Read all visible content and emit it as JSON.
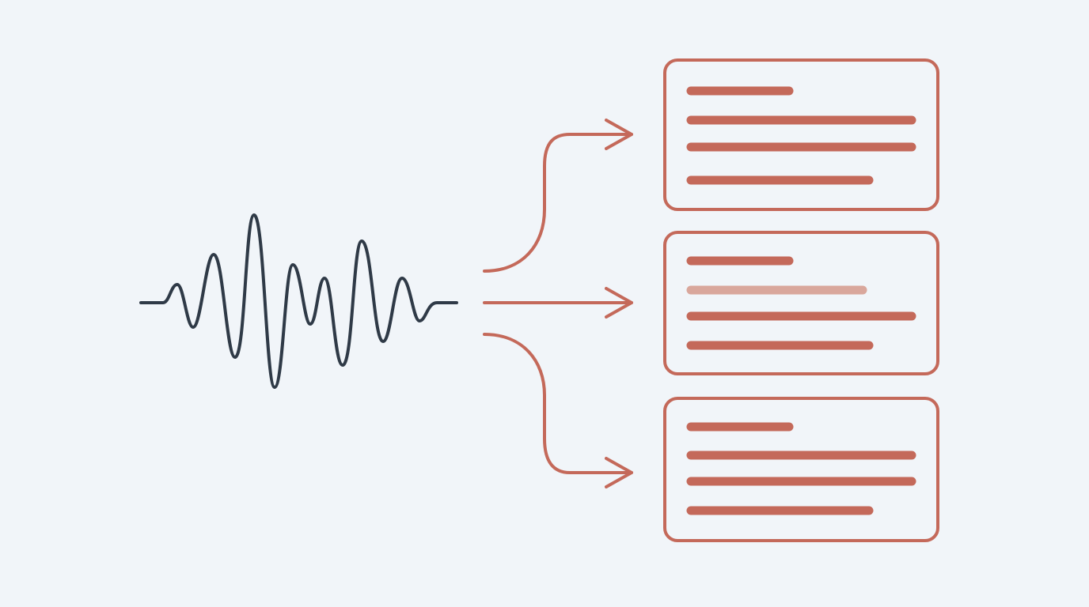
{
  "colors": {
    "background": "#f1f5f9",
    "waveform": "#2f3a47",
    "accent": "#c4695a",
    "accent_faded": "#d9a79c"
  },
  "icons": {
    "source": "audio-waveform-icon",
    "connector": "arrow-right-icon",
    "output": "text-document-icon"
  },
  "diagram": {
    "source": {
      "kind": "audio-waveform"
    },
    "branches": [
      {
        "route": "curve-up"
      },
      {
        "route": "straight"
      },
      {
        "route": "curve-down"
      }
    ],
    "documents": [
      {
        "lines": 4,
        "faded_line_index": null
      },
      {
        "lines": 4,
        "faded_line_index": 1
      },
      {
        "lines": 4,
        "faded_line_index": null
      }
    ]
  }
}
